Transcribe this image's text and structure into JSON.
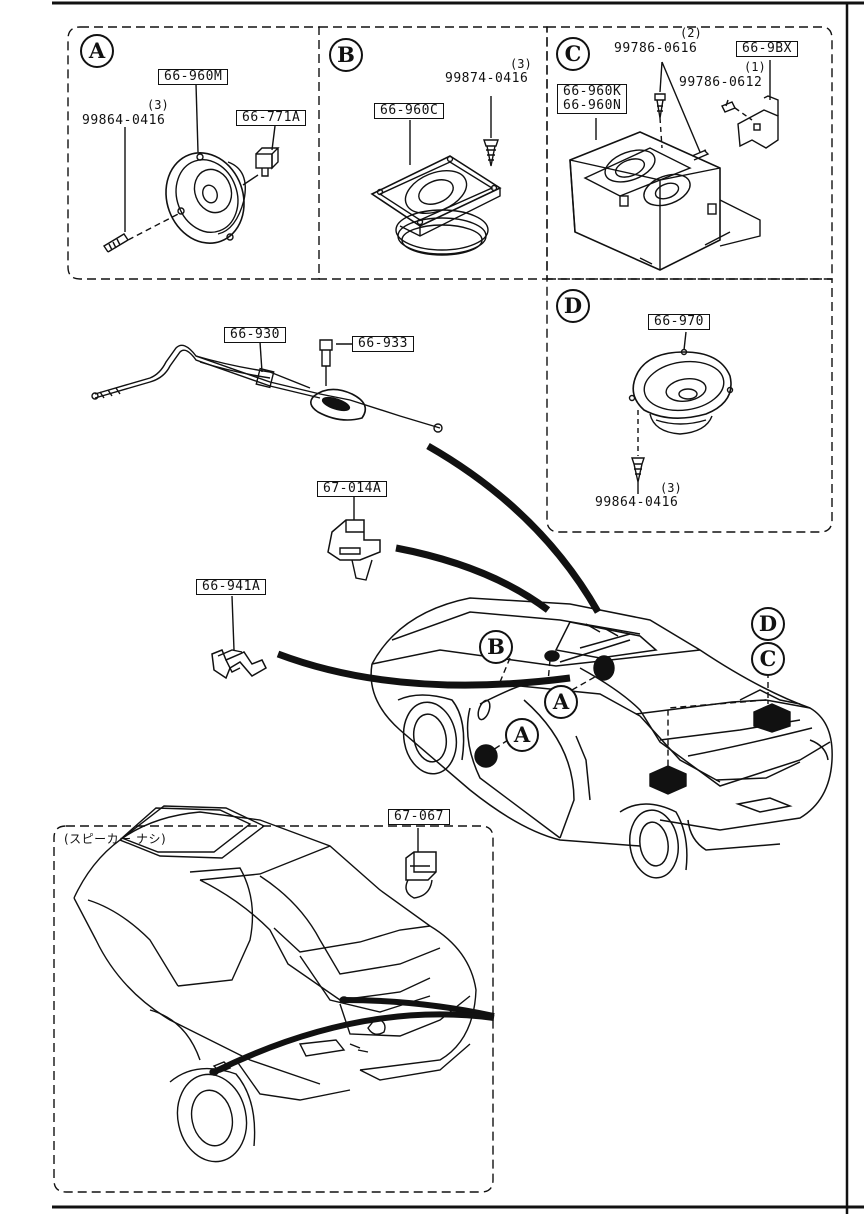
{
  "panels": {
    "a": {
      "letter": "A",
      "part_speaker": "66-960M",
      "part_clip": "66-771A",
      "screw_qty": "(3)",
      "screw": "99864-0416"
    },
    "b": {
      "letter": "B",
      "part_speaker": "66-960C",
      "screw_qty": "(3)",
      "screw": "99874-0416"
    },
    "c": {
      "letter": "C",
      "part_speaker_1": "66-960K",
      "part_speaker_2": "66-960N",
      "part_bracket": "66-9BX",
      "screw1_qty": "(2)",
      "screw1": "99786-0616",
      "screw2_qty": "(1)",
      "screw2": "99786-0612"
    },
    "d": {
      "letter": "D",
      "part_speaker": "66-970",
      "screw_qty": "(3)",
      "screw": "99864-0416"
    }
  },
  "parts": {
    "antenna_cable": "66-930",
    "antenna_bolt": "66-933",
    "clip_upper": "67-014A",
    "clip_side": "66-941A",
    "clip_rear": "67-067"
  },
  "car_callouts": {
    "b": "B",
    "a_upper": "A",
    "a_lower": "A",
    "d": "D",
    "c": "C"
  },
  "inset": {
    "caption": "(スピーカー ナシ)"
  }
}
